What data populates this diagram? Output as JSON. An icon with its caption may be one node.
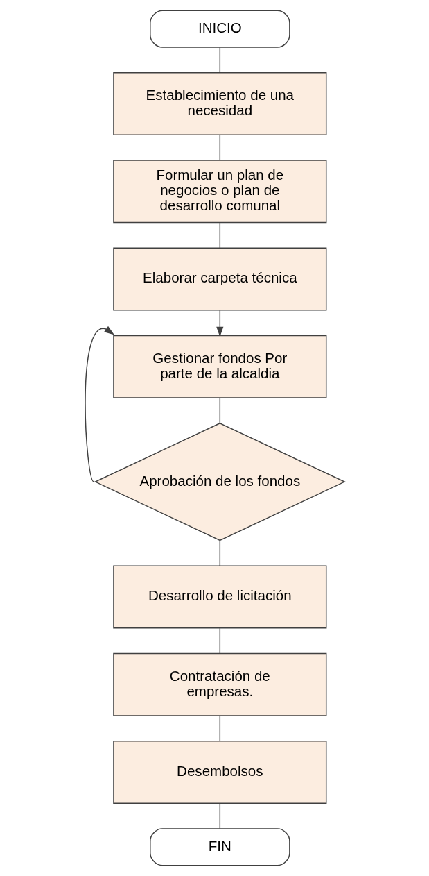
{
  "diagram": {
    "nodes": [
      {
        "text": [
          "INICIO"
        ]
      },
      {
        "text": [
          "Establecimiento de una necesidad"
        ]
      },
      {
        "text": [
          "Formular un plan de negocios o plan de desarrollo comunal"
        ]
      },
      {
        "text": [
          "Elaborar carpeta técnica"
        ]
      },
      {
        "text": [
          "Gestionar fondos Por parte de la alcaldia"
        ]
      },
      {
        "text": [
          "Aprobación de los fondos"
        ]
      },
      {
        "text": [
          "Desarrollo de licitación"
        ]
      },
      {
        "text": [
          "Contratación de empresas."
        ]
      },
      {
        "text": [
          "Desembolsos"
        ]
      },
      {
        "text": [
          "FIN"
        ]
      }
    ],
    "edges": [
      {
        "from": 0,
        "to": 1,
        "arrow": "none"
      },
      {
        "from": 1,
        "to": 2,
        "arrow": "none"
      },
      {
        "from": 2,
        "to": 3,
        "arrow": "none"
      },
      {
        "from": 3,
        "to": 4,
        "arrow": "to"
      },
      {
        "from": 4,
        "to": 5,
        "arrow": "none"
      },
      {
        "from": 5,
        "to": 4,
        "arrow": "to"
      },
      {
        "from": 5,
        "to": 6,
        "arrow": "none"
      },
      {
        "from": 6,
        "to": 7,
        "arrow": "none"
      },
      {
        "from": 7,
        "to": 8,
        "arrow": "none"
      },
      {
        "from": 8,
        "to": 9,
        "arrow": "none"
      }
    ]
  }
}
